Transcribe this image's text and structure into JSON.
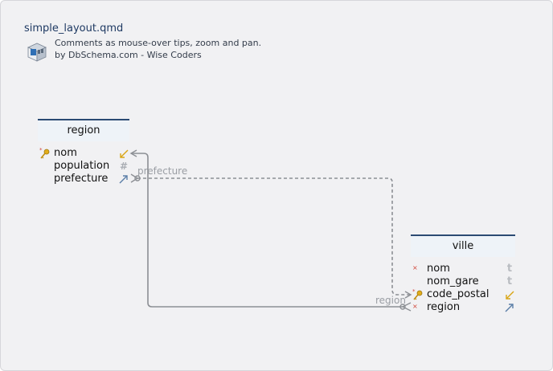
{
  "header": {
    "file_title": "simple_layout.qmd",
    "description_line1": "Comments as mouse-over tips, zoom and pan.",
    "description_line2": "by DbSchema.com - Wise Coders",
    "logo_icon": "dbschema-logo-icon"
  },
  "tables": {
    "region": {
      "name": "region",
      "columns": [
        {
          "name": "nom",
          "key": "primary-key-icon",
          "type_icon": "arrow-in-icon"
        },
        {
          "name": "population",
          "key": "",
          "type_icon": "hash-icon",
          "type_text": "#"
        },
        {
          "name": "prefecture",
          "key": "",
          "type_icon": "arrow-out-icon"
        }
      ]
    },
    "ville": {
      "name": "ville",
      "columns": [
        {
          "name": "nom",
          "key": "mandatory",
          "type_icon": "text-icon",
          "type_text": "t"
        },
        {
          "name": "nom_gare",
          "key": "",
          "type_icon": "text-icon",
          "type_text": "t"
        },
        {
          "name": "code_postal",
          "key": "primary-key-icon",
          "type_icon": "arrow-in-icon"
        },
        {
          "name": "region",
          "key": "mandatory",
          "type_icon": "arrow-out-icon"
        }
      ]
    }
  },
  "relations": {
    "prefecture_label": "prefecture",
    "region_label": "region"
  },
  "colors": {
    "header_border": "#2b4a73",
    "header_bg": "#eef3f8",
    "link": "#8c8f94",
    "key_gold": "#d9a514",
    "mandatory_red": "#d0463a"
  }
}
